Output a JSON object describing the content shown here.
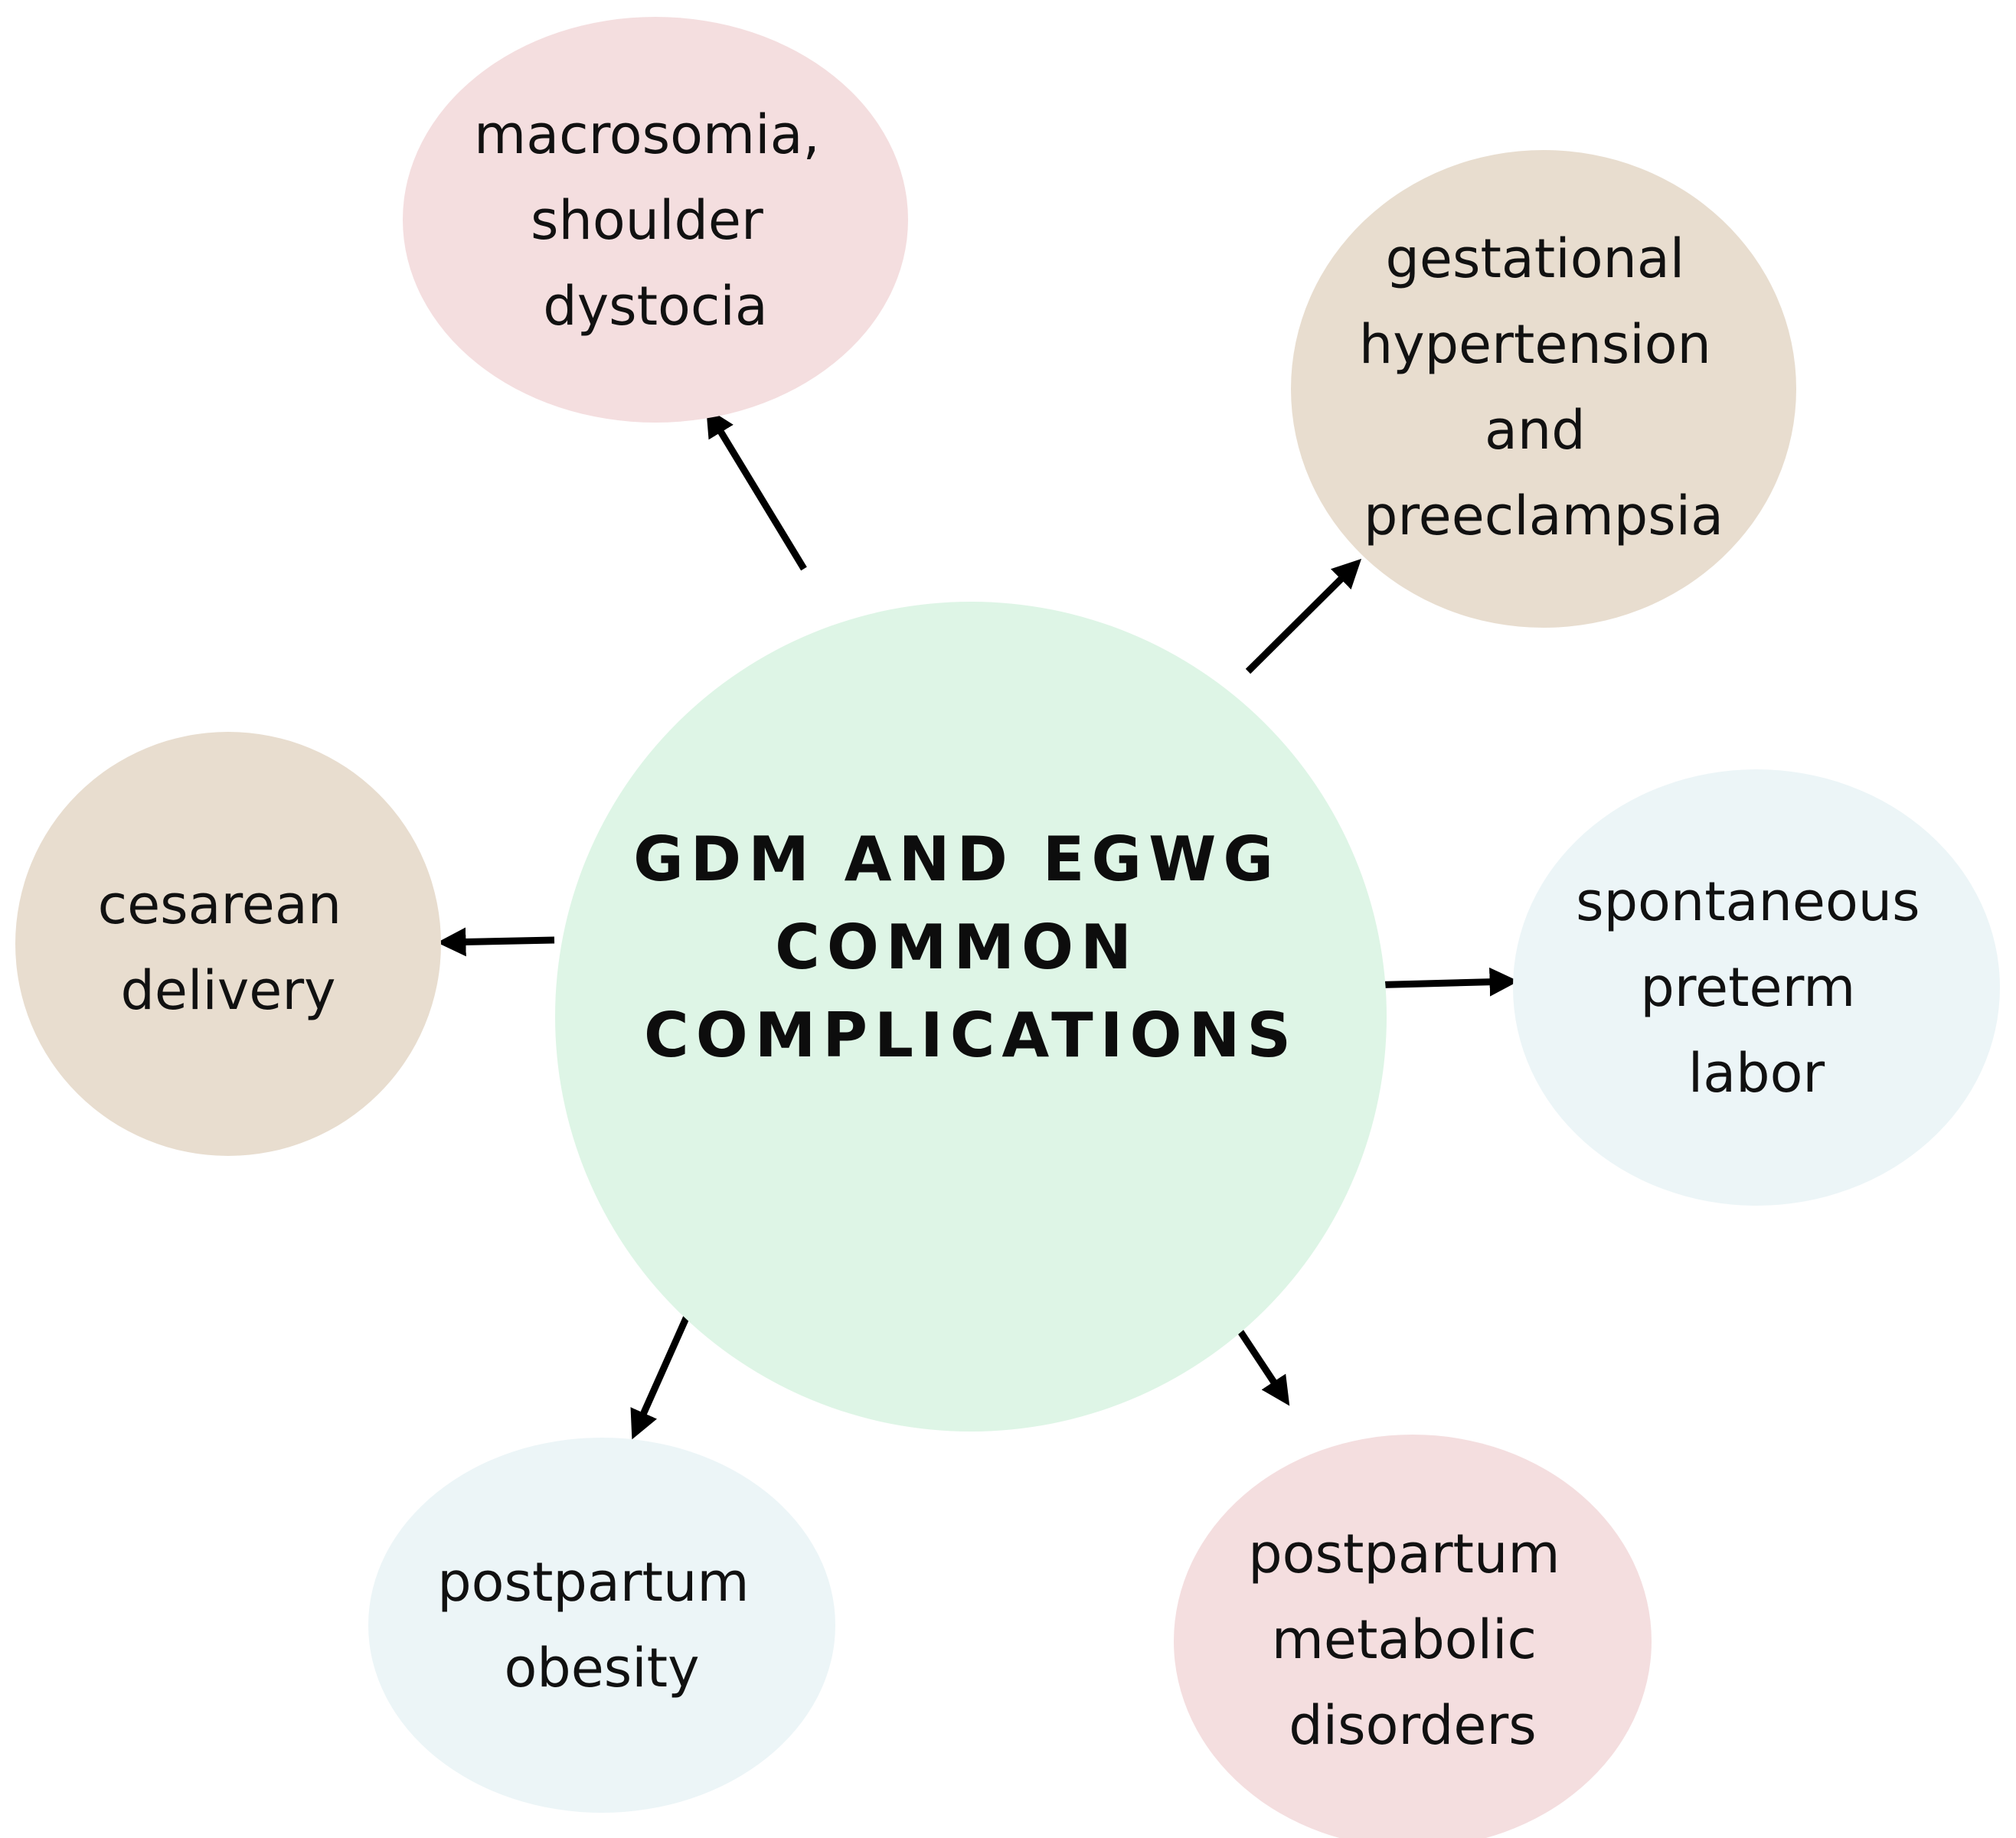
{
  "colors": {
    "center": "#def5e6",
    "pink": "#f4dedf",
    "tan": "#e8ddcf",
    "blue": "#ecf5f7",
    "arrow": "#000000",
    "text": "#111111"
  },
  "center": {
    "lines": [
      "GDM AND EGWG",
      "COMMON",
      "COMPLICATIONS"
    ]
  },
  "nodes": [
    {
      "id": "macrosomia",
      "color": "pink",
      "lines": [
        "macrosomia,",
        "shoulder",
        "dystocia"
      ]
    },
    {
      "id": "gestational-hypertension",
      "color": "tan",
      "lines": [
        "gestational",
        "hypertension",
        "and",
        "preeclampsia"
      ]
    },
    {
      "id": "cesarean-delivery",
      "color": "tan",
      "lines": [
        "cesarean",
        "delivery"
      ]
    },
    {
      "id": "spontaneous-preterm-labor",
      "color": "blue",
      "lines": [
        "spontaneous",
        "preterm",
        "labor"
      ]
    },
    {
      "id": "postpartum-obesity",
      "color": "blue",
      "lines": [
        "postpartum",
        "obesity"
      ]
    },
    {
      "id": "postpartum-metabolic-disorders",
      "color": "pink",
      "lines": [
        "postpartum",
        "metabolic",
        "disorders"
      ]
    }
  ]
}
